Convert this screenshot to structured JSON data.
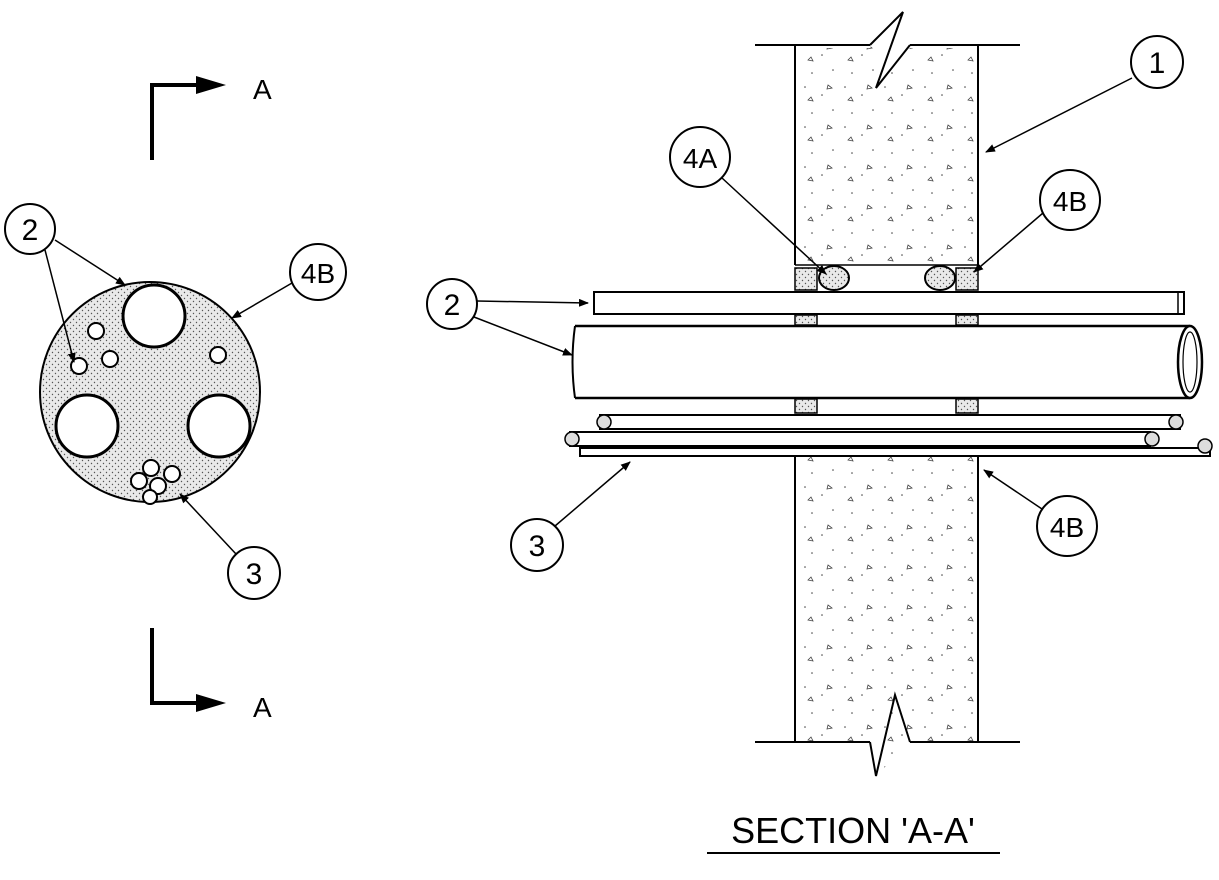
{
  "drawing": {
    "section_marker_top": "A",
    "section_marker_bottom": "A",
    "section_title": "SECTION 'A-A'",
    "callouts": {
      "wall": "1",
      "plan_penetrants": "2",
      "plan_cable_bundle": "3",
      "plan_sealant": "4B",
      "section_penetrants": "2",
      "section_cable": "3",
      "section_backing": "4A",
      "section_sealant_top": "4B",
      "section_sealant_bottom": "4B"
    }
  }
}
